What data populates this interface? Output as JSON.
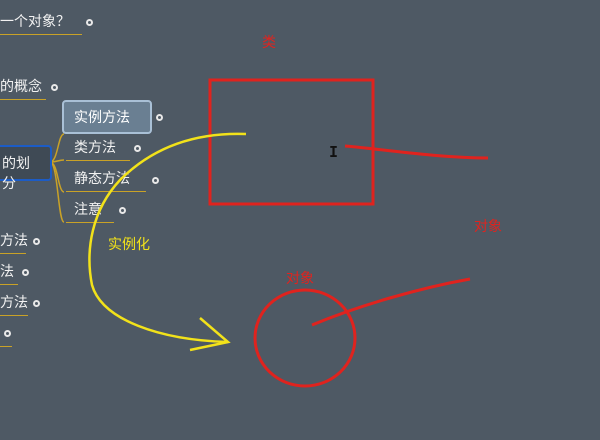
{
  "mindmap": {
    "topic_what_is_object": "一个对象？",
    "topic_concept": "的概念",
    "topic_division": "的划分",
    "methods": {
      "instance_method": "实例方法",
      "class_method": "类方法",
      "static_method": "静态方法",
      "note": "注意"
    },
    "left_items": [
      "方法",
      "法",
      "方法"
    ]
  },
  "annotations": {
    "class_label": "类",
    "object_label_right": "对象",
    "object_label_circle": "对象",
    "instantiate_label": "实例化"
  },
  "colors": {
    "background": "#4e5964",
    "ink_red": "#e0231e",
    "ink_yellow": "#f2e21a",
    "branch_gold": "#c9a227",
    "selection_blue": "#1c5cc6"
  }
}
